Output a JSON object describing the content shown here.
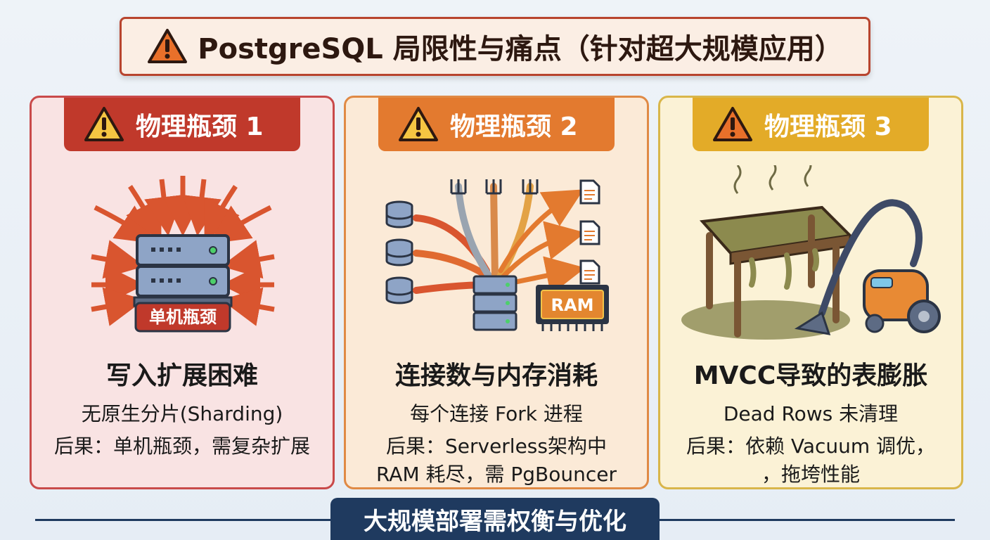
{
  "title": "PostgreSQL 局限性与痛点（针对超大规模应用）",
  "colors": {
    "panel1": "#c0392b",
    "panel2": "#e37a2f",
    "panel3": "#e3ab28",
    "footer": "#1f3a5f"
  },
  "panels": [
    {
      "badge": "物理瓶颈 1",
      "illustration_label": "单机瓶颈",
      "heading": "写入扩展困难",
      "sub": "无原生分片(Sharding)",
      "consequence": "后果：单机瓶颈，需复杂扩展"
    },
    {
      "badge": "物理瓶颈 2",
      "illustration_label": "RAM",
      "heading": "连接数与内存消耗",
      "sub": "每个连接 Fork 进程",
      "consequence_line1": "后果：Serverless架构中",
      "consequence_line2": "RAM 耗尽，需 PgBouncer"
    },
    {
      "badge": "物理瓶颈 3",
      "heading": "MVCC导致的表膨胀",
      "sub": "Dead Rows 未清理",
      "consequence_line1": "后果：依赖 Vacuum 调优，",
      "consequence_line2": "，拖垮性能"
    }
  ],
  "footer": "大规模部署需权衡与优化"
}
